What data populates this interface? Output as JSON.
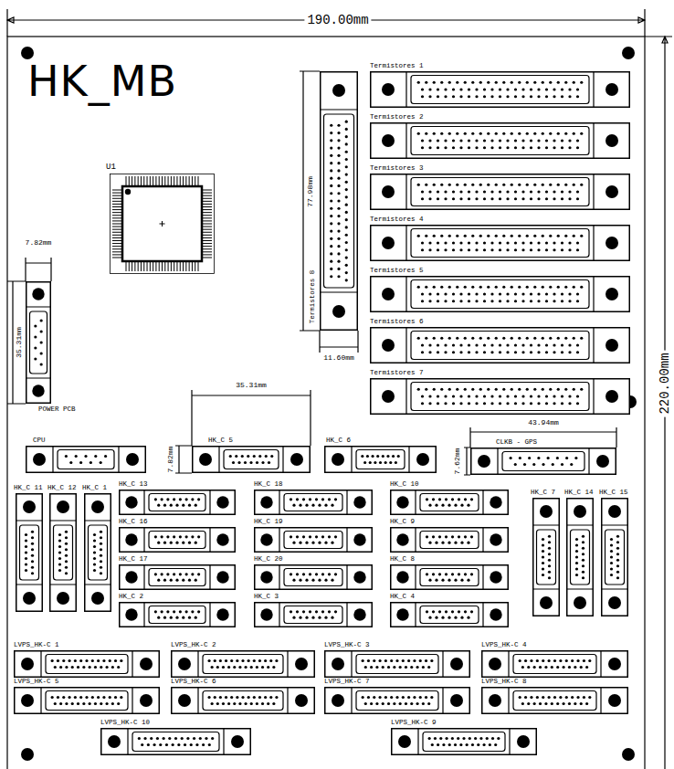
{
  "diagram": {
    "title": "HK_MB",
    "nodes": [
      {
        "text": [
          "U1"
        ]
      },
      {
        "text": [
          "POWER PCB"
        ]
      },
      {
        "text": [
          "Termistores 8"
        ]
      },
      {
        "text": [
          "Termistores 1"
        ]
      },
      {
        "text": [
          "Termistores 2"
        ]
      },
      {
        "text": [
          "Termistores 3"
        ]
      },
      {
        "text": [
          "Termistores 4"
        ]
      },
      {
        "text": [
          "Termistores 5"
        ]
      },
      {
        "text": [
          "Termistores 6"
        ]
      },
      {
        "text": [
          "Termistores 7"
        ]
      },
      {
        "text": [
          "CPU"
        ]
      },
      {
        "text": [
          "HK_C 5"
        ]
      },
      {
        "text": [
          "HK_C 6"
        ]
      },
      {
        "text": [
          "CLKB - GPS"
        ]
      },
      {
        "text": [
          "HK_C 11"
        ]
      },
      {
        "text": [
          "HK_C 12"
        ]
      },
      {
        "text": [
          "HK_C 1"
        ]
      },
      {
        "text": [
          "HK_C 13"
        ]
      },
      {
        "text": [
          "HK_C 16"
        ]
      },
      {
        "text": [
          "HK_C 17"
        ]
      },
      {
        "text": [
          "HK_C 2"
        ]
      },
      {
        "text": [
          "HK_C 18"
        ]
      },
      {
        "text": [
          "HK_C 19"
        ]
      },
      {
        "text": [
          "HK_C 20"
        ]
      },
      {
        "text": [
          "HK_C 3"
        ]
      },
      {
        "text": [
          "HK_C 10"
        ]
      },
      {
        "text": [
          "HK_C 9"
        ]
      },
      {
        "text": [
          "HK_C 8"
        ]
      },
      {
        "text": [
          "HK_C 4"
        ]
      },
      {
        "text": [
          "HK_C 7"
        ]
      },
      {
        "text": [
          "HK_C 14"
        ]
      },
      {
        "text": [
          "HK_C 15"
        ]
      },
      {
        "text": [
          "LVPS_HK-C 1"
        ]
      },
      {
        "text": [
          "LVPS_HK-C 2"
        ]
      },
      {
        "text": [
          "LVPS_HK-C 3"
        ]
      },
      {
        "text": [
          "LVPS_HK-C 4"
        ]
      },
      {
        "text": [
          "LVPS_HK-C 5"
        ]
      },
      {
        "text": [
          "LVPS_HK-C 6"
        ]
      },
      {
        "text": [
          "LVPS_HK-C 7"
        ]
      },
      {
        "text": [
          "LVPS_HK-C 8"
        ]
      },
      {
        "text": [
          "LVPS_HK-C 10"
        ]
      },
      {
        "text": [
          "LVPS_HK-C 9"
        ]
      }
    ],
    "labels": [
      "190.00mm",
      "220.00mm",
      "7.82mm",
      "35.31mm",
      "77.98mm",
      "11.60mm",
      "35.31mm",
      "7.82mm",
      "43.94mm",
      "7.62mm"
    ]
  }
}
